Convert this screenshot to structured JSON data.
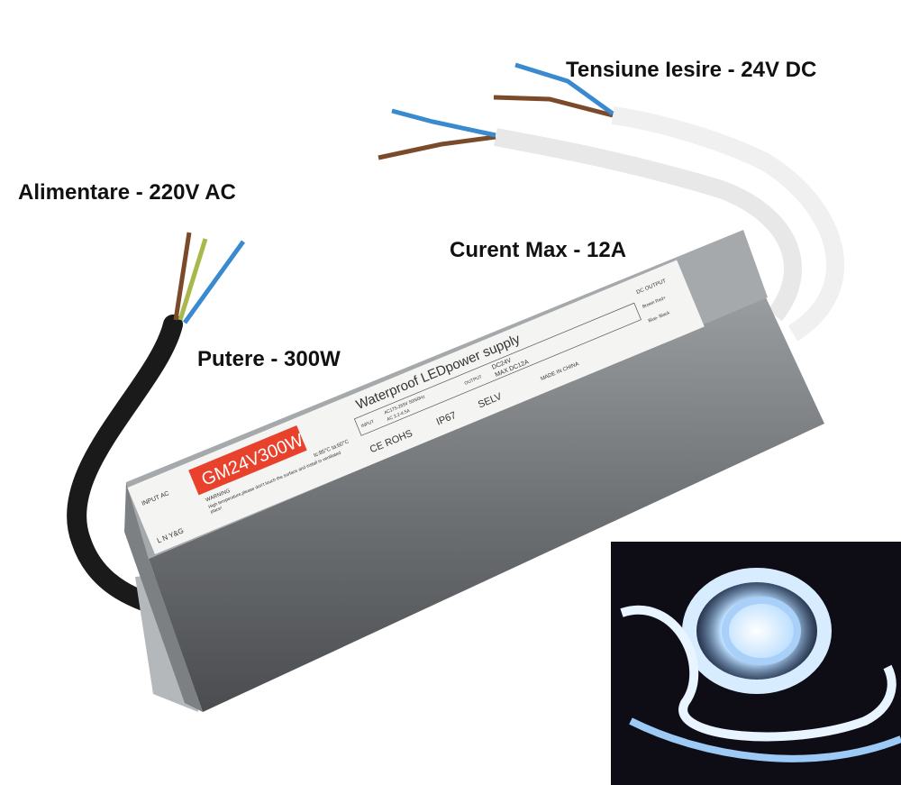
{
  "callouts": {
    "output_voltage": "Tensiune Iesire - 24V DC",
    "input": "Alimentare - 220V AC",
    "max_current": "Curent Max - 12A",
    "power": "Putere - 300W"
  },
  "device_label": {
    "model": "GM24V300W",
    "title": "Waterproof LEDpower supply",
    "input_tag": "INPUT",
    "input_voltage": "AC175-265V 50/60Hz",
    "input_current": "AC 2.2-4.5A",
    "output_tag": "OUTPUT",
    "output_voltage": "DC24V",
    "output_current": "MAX DC12A",
    "certs": "CE ROHS",
    "ip": "IP67",
    "selv": "SELV",
    "origin": "MADE IN CHINA",
    "warning_title": "WARNING",
    "warning_text": "High temperature,please don't touch the surface and install in ventilated place!",
    "temps": "tc:85°C ta:60°C",
    "ac_input": "INPUT AC",
    "ac_pins": "L N Y&G",
    "dc_output": "DC OUTPUT",
    "dc_pos": "Brown Red+",
    "dc_neg": "Blue- Black"
  },
  "colors": {
    "label_red": "#e8412c",
    "housing": "#8a8d90",
    "led_glow": "#cfe6ff"
  }
}
